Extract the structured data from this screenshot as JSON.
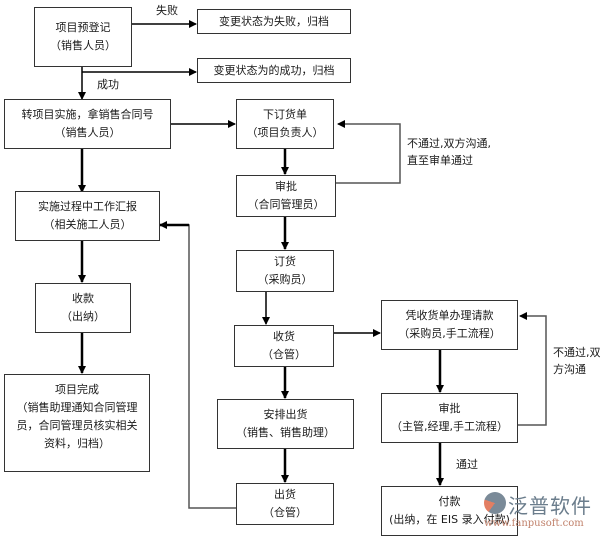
{
  "diagram": {
    "boxes": {
      "pre_register": {
        "line1": "项目预登记",
        "line2": "（销售人员）"
      },
      "fail_archive": {
        "line1": "变更状态为失败，归档"
      },
      "success_archive": {
        "line1": "变更状态为的成功，归档"
      },
      "to_implementation": {
        "line1": "转项目实施，拿销售合同号",
        "line2": "（销售人员）"
      },
      "place_order": {
        "line1": "下订货单",
        "line2": "（项目负责人）"
      },
      "approve_contract": {
        "line1": "审批",
        "line2": "（合同管理员）"
      },
      "work_report": {
        "line1": "实施过程中工作汇报",
        "line2": "（相关施工人员）"
      },
      "purchase": {
        "line1": "订货",
        "line2": "（采购员）"
      },
      "collect_payment": {
        "line1": "收款",
        "line2": "（出纳）"
      },
      "receive_goods": {
        "line1": "收货",
        "line2": "（仓管）"
      },
      "request_payment": {
        "line1": "凭收货单办理请款",
        "line2": "（采购员,手工流程）"
      },
      "project_complete": {
        "line1": "项目完成",
        "line2": "（销售助理通知合同管理",
        "line3": "员，合同管理员核实相关",
        "line4": "资料，归档）"
      },
      "arrange_shipment": {
        "line1": "安排出货",
        "line2": "（销售、销售助理）"
      },
      "approve_manager": {
        "line1": "审批",
        "line2": "（主管,经理,手工流程）"
      },
      "ship": {
        "line1": "出货",
        "line2": "（仓管）"
      },
      "pay": {
        "line1": "付款",
        "line2": "(出纳，在 EIS 录入付款)"
      }
    },
    "edge_labels": {
      "fail": "失败",
      "success": "成功",
      "reject_order_1": "不通过,双方沟通,",
      "reject_order_2": "直至审单通过",
      "reject_payment_1": "不通过,双",
      "reject_payment_2": "方沟通",
      "pass": "通过"
    },
    "colors": {
      "line": "#000000",
      "border": "#333333",
      "loop_line": "#555555"
    }
  },
  "watermark": {
    "brand": "泛普软件",
    "url": "www.fanpusoft.com",
    "icon": "fanpu-logo-icon"
  }
}
